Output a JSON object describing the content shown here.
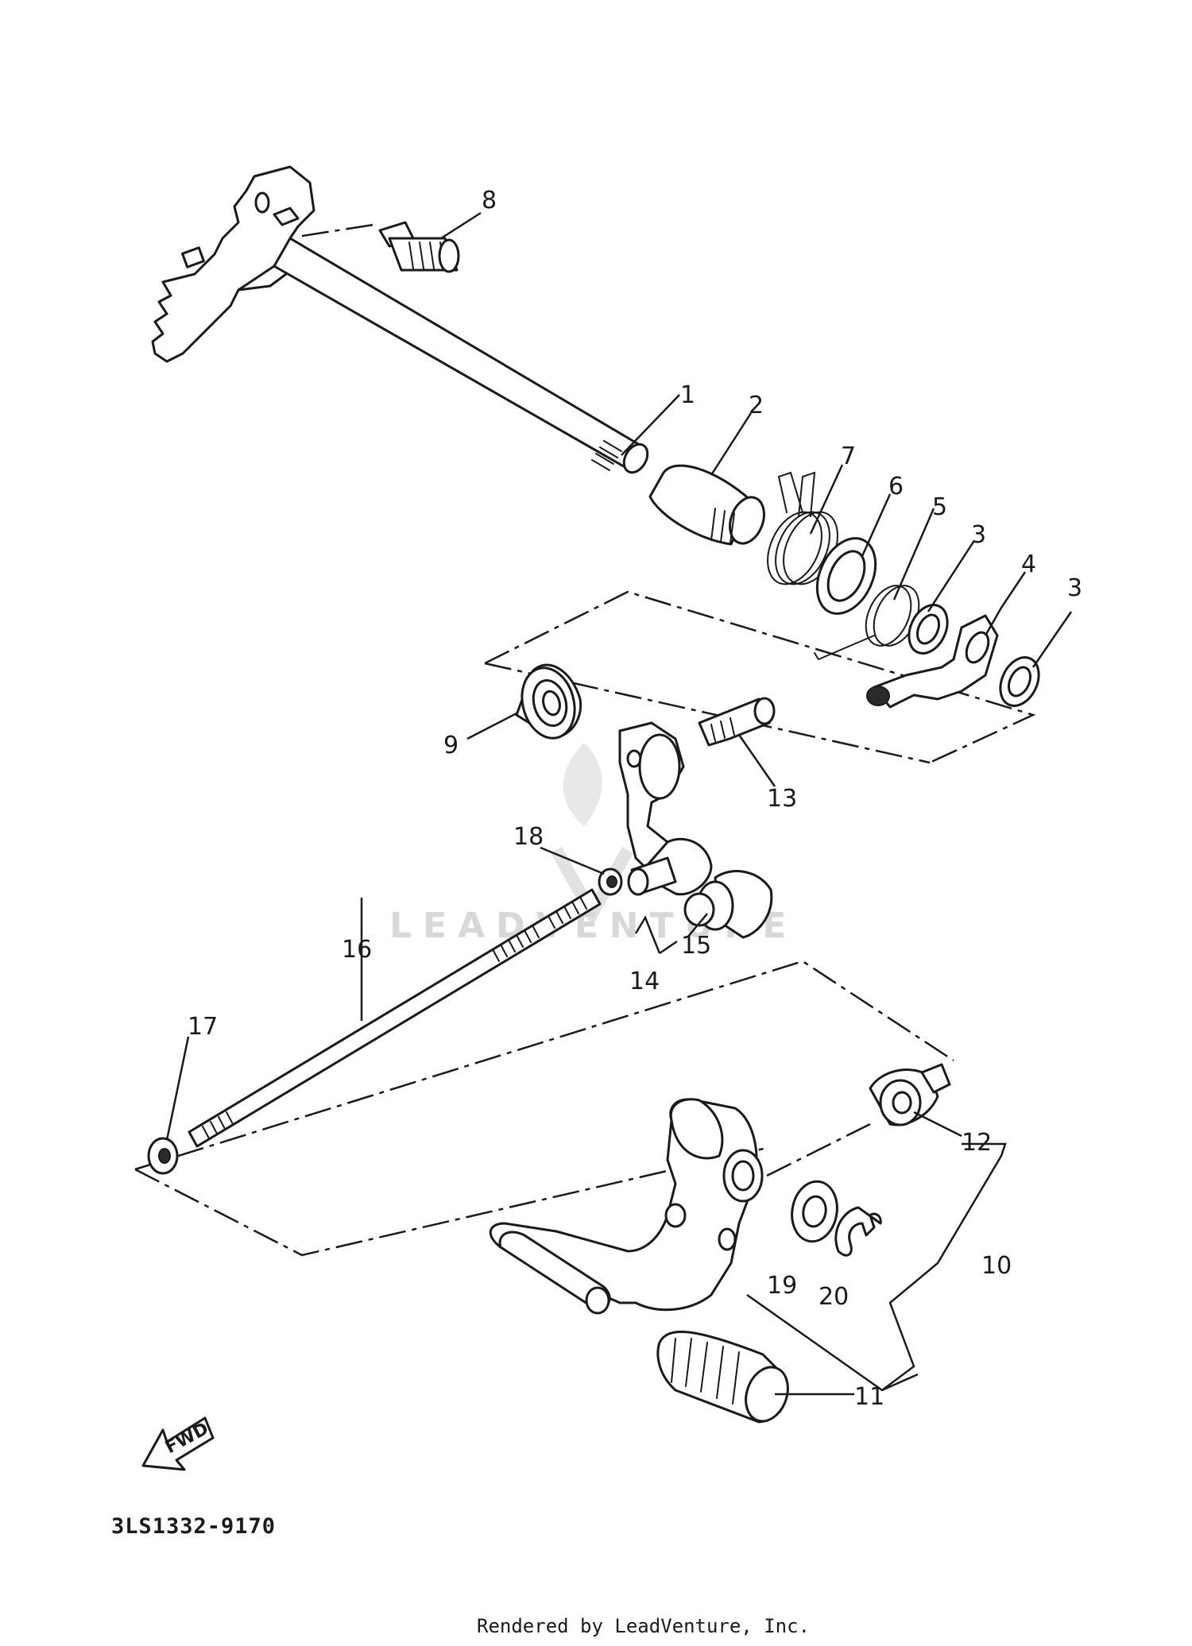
{
  "diagram": {
    "part_code": "3LS1332-9170",
    "footer": "Rendered by LeadVenture, Inc.",
    "watermark": "LEADVENTURE",
    "direction_arrow": "FWD"
  },
  "callouts": {
    "c1": "1",
    "c2": "2",
    "c3a": "3",
    "c3b": "3",
    "c4": "4",
    "c5": "5",
    "c6": "6",
    "c7": "7",
    "c8": "8",
    "c9": "9",
    "c10": "10",
    "c11": "11",
    "c12": "12",
    "c13": "13",
    "c14": "14",
    "c15": "15",
    "c16": "16",
    "c17": "17",
    "c18": "18",
    "c19": "19",
    "c20": "20"
  }
}
